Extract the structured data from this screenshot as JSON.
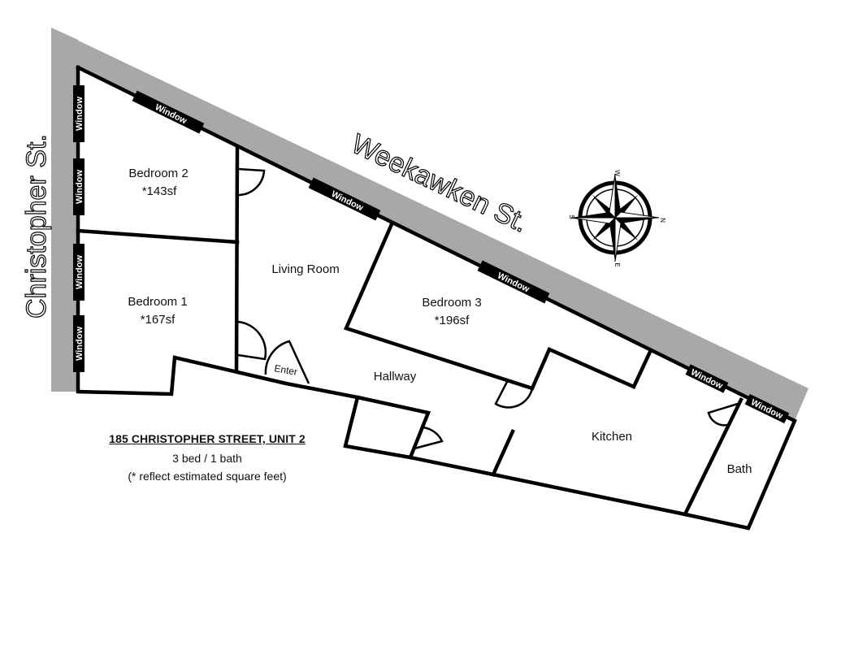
{
  "streets": {
    "west": "Christopher St.",
    "north": "Weekawken St."
  },
  "rooms": {
    "bedroom2": {
      "name": "Bedroom 2",
      "area": "*143sf"
    },
    "bedroom1": {
      "name": "Bedroom 1",
      "area": "*167sf"
    },
    "living_room": {
      "name": "Living Room"
    },
    "bedroom3": {
      "name": "Bedroom 3",
      "area": "*196sf"
    },
    "hallway": {
      "name": "Hallway"
    },
    "kitchen": {
      "name": "Kitchen"
    },
    "bath": {
      "name": "Bath"
    }
  },
  "entry_label": "Enter",
  "window_label": "Window",
  "compass": {
    "top": "W",
    "right": "N",
    "bottom": "E",
    "left": "S"
  },
  "caption": {
    "title": "185 CHRISTOPHER STREET, UNIT 2",
    "summary": "3 bed / 1 bath",
    "note": "(* reflect estimated square feet)"
  },
  "colors": {
    "street": "#a7a8aa",
    "wall": "#000000",
    "background": "#ffffff"
  }
}
